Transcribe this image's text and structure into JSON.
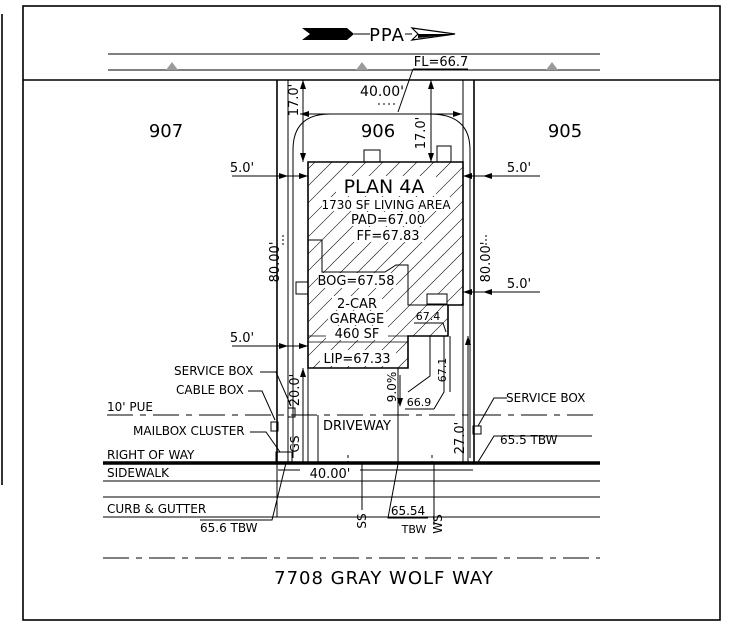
{
  "north_arrow": {
    "label": "PPA"
  },
  "lots": {
    "left": "907",
    "center": "906",
    "right": "905"
  },
  "elevations": {
    "fl": "FL=66.7",
    "bog": "BOG=67.58",
    "lip": "LIP=67.33",
    "garage_spot": "67.4",
    "spot_right": "67.1",
    "driveway_spot": "66.9",
    "tbw_center_value": "65.54",
    "tbw_center_label": "TBW",
    "tbw_right": "65.5 TBW",
    "tbw_left": "65.6 TBW"
  },
  "plan": {
    "name": "PLAN 4A",
    "living_area": "1730 SF LIVING AREA",
    "pad": "PAD=67.00",
    "ff": "FF=67.83",
    "garage_line1": "2-CAR",
    "garage_line2": "GARAGE",
    "garage_area": "460 SF"
  },
  "dimensions": {
    "rear_width": "40.00'",
    "front_width": "40.00'",
    "rear_setback_left": "17.0'",
    "rear_setback_right": "17.0'",
    "side_left_1": "5.0'",
    "side_left_2": "5.0'",
    "side_right_1": "5.0'",
    "side_right_2": "5.0'",
    "depth_left": "80.00'",
    "depth_right": "80.00'",
    "front_setback_left": "20.0'",
    "front_setback_right": "27.0'",
    "slope": "9.0%"
  },
  "labels": {
    "service_box_left": "SERVICE BOX",
    "cable_box": "CABLE BOX",
    "mailbox_cluster": "MAILBOX CLUSTER",
    "pue": "10' PUE",
    "right_of_way": "RIGHT OF WAY",
    "sidewalk": "SIDEWALK",
    "curb_gutter": "CURB & GUTTER",
    "driveway": "DRIVEWAY",
    "service_box_right": "SERVICE BOX",
    "gs": "GS",
    "ss": "SS",
    "ws": "WS",
    "street": "7708 GRAY WOLF WAY"
  }
}
